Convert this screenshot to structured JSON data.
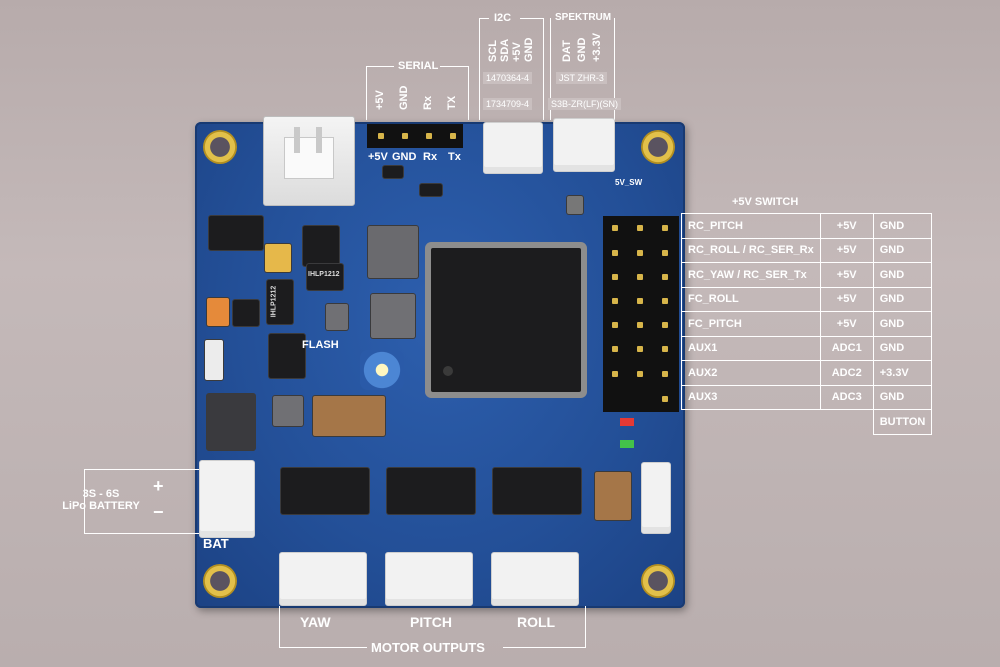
{
  "serial": {
    "title": "SERIAL",
    "pins": [
      "+5V",
      "GND",
      "Rx",
      "TX"
    ],
    "board_pins": [
      "+5V",
      "GND",
      "Rx",
      "Tx"
    ]
  },
  "i2c": {
    "title": "I2C",
    "pins": [
      "SCL",
      "SDA",
      "+5V",
      "GND"
    ],
    "part_top": "1470364-4",
    "part_bottom": "1734709-4"
  },
  "spektrum": {
    "title": "SPEKTRUM",
    "pins": [
      "DAT",
      "GND",
      "+3.3V"
    ],
    "part_top": "JST ZHR-3",
    "part_bottom": "S3B-ZR(LF)(SN)"
  },
  "board_labels": {
    "sw": "5V_SW",
    "flash": "FLASH",
    "bat": "BAT",
    "chip_a": "IHLP1212",
    "chip_b": "IHLP1212"
  },
  "battery": {
    "label_line1": "3S - 6S",
    "label_line2": "LiPo BATTERY",
    "plus": "+",
    "minus": "−"
  },
  "motors": {
    "title": "MOTOR OUTPUTS",
    "outputs": [
      "YAW",
      "PITCH",
      "ROLL"
    ]
  },
  "pin_table": {
    "title": "+5V SWITCH",
    "rows": [
      [
        "RC_PITCH",
        "+5V",
        "GND"
      ],
      [
        "RC_ROLL / RC_SER_Rx",
        "+5V",
        "GND"
      ],
      [
        "RC_YAW / RC_SER_Tx",
        "+5V",
        "GND"
      ],
      [
        "FC_ROLL",
        "+5V",
        "GND"
      ],
      [
        "FC_PITCH",
        "+5V",
        "GND"
      ],
      [
        "AUX1",
        "ADC1",
        "GND"
      ],
      [
        "AUX2",
        "ADC2",
        "+3.3V"
      ],
      [
        "AUX3",
        "ADC3",
        "GND"
      ],
      [
        "",
        "",
        "BUTTON"
      ]
    ]
  }
}
